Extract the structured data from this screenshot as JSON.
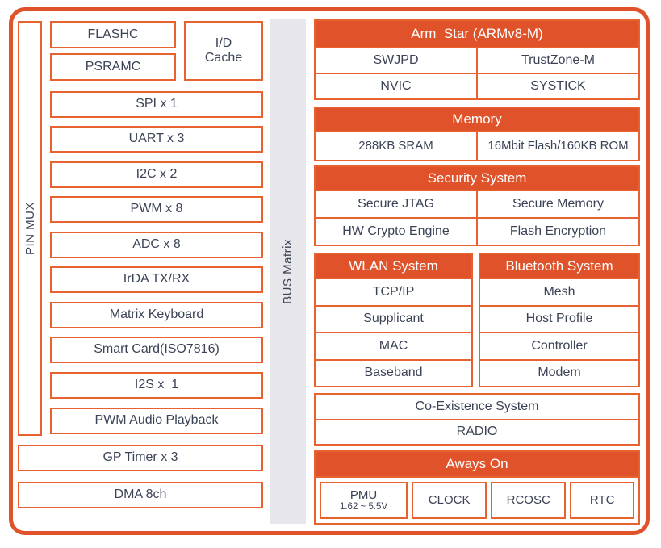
{
  "colors": {
    "orange_fill": "#E0522A",
    "orange_border": "#E8622F",
    "text_dark": "#3B4356",
    "bus_bar_gray": "#E7E7EB",
    "header_text": "#FFFFFF"
  },
  "left": {
    "pin_mux_label": "PIN MUX",
    "flashc": "FLASHC",
    "psramc": "PSRAMC",
    "id_cache": "I/D\nCache",
    "stack": [
      "SPI x 1",
      "UART x 3",
      "I2C x 2",
      "PWM x 8",
      "ADC x 8",
      "IrDA TX/RX",
      "Matrix Keyboard",
      "Smart Card(ISO7816)",
      "I2S x  1",
      "PWM Audio Playback"
    ],
    "gp_timer": "GP Timer x 3",
    "dma": "DMA 8ch"
  },
  "bus_matrix_label": "BUS Matrix",
  "right": {
    "arm": {
      "header": "Arm  Star (ARMv8-M)",
      "cells": [
        "SWJPD",
        "TrustZone-M",
        "NVIC",
        "SYSTICK"
      ]
    },
    "memory": {
      "header": "Memory",
      "cells": [
        "288KB SRAM",
        "16Mbit Flash/160KB ROM"
      ]
    },
    "security": {
      "header": "Security System",
      "cells": [
        "Secure JTAG",
        "Secure Memory",
        "HW Crypto Engine",
        "Flash Encryption"
      ]
    },
    "wlan": {
      "header": "WLAN System",
      "rows": [
        "TCP/IP",
        "Supplicant",
        "MAC",
        "Baseband"
      ]
    },
    "bluetooth": {
      "header": "Bluetooth System",
      "rows": [
        "Mesh",
        "Host Profile",
        "Controller",
        "Modem"
      ]
    },
    "coexistence": {
      "rows": [
        "Co-Existence System",
        "RADIO"
      ]
    },
    "always_on": {
      "header": "Aways On",
      "pmu": "PMU",
      "pmu_range": "1.62 ~ 5.5V",
      "cells": [
        "CLOCK",
        "RCOSC",
        "RTC"
      ]
    }
  }
}
